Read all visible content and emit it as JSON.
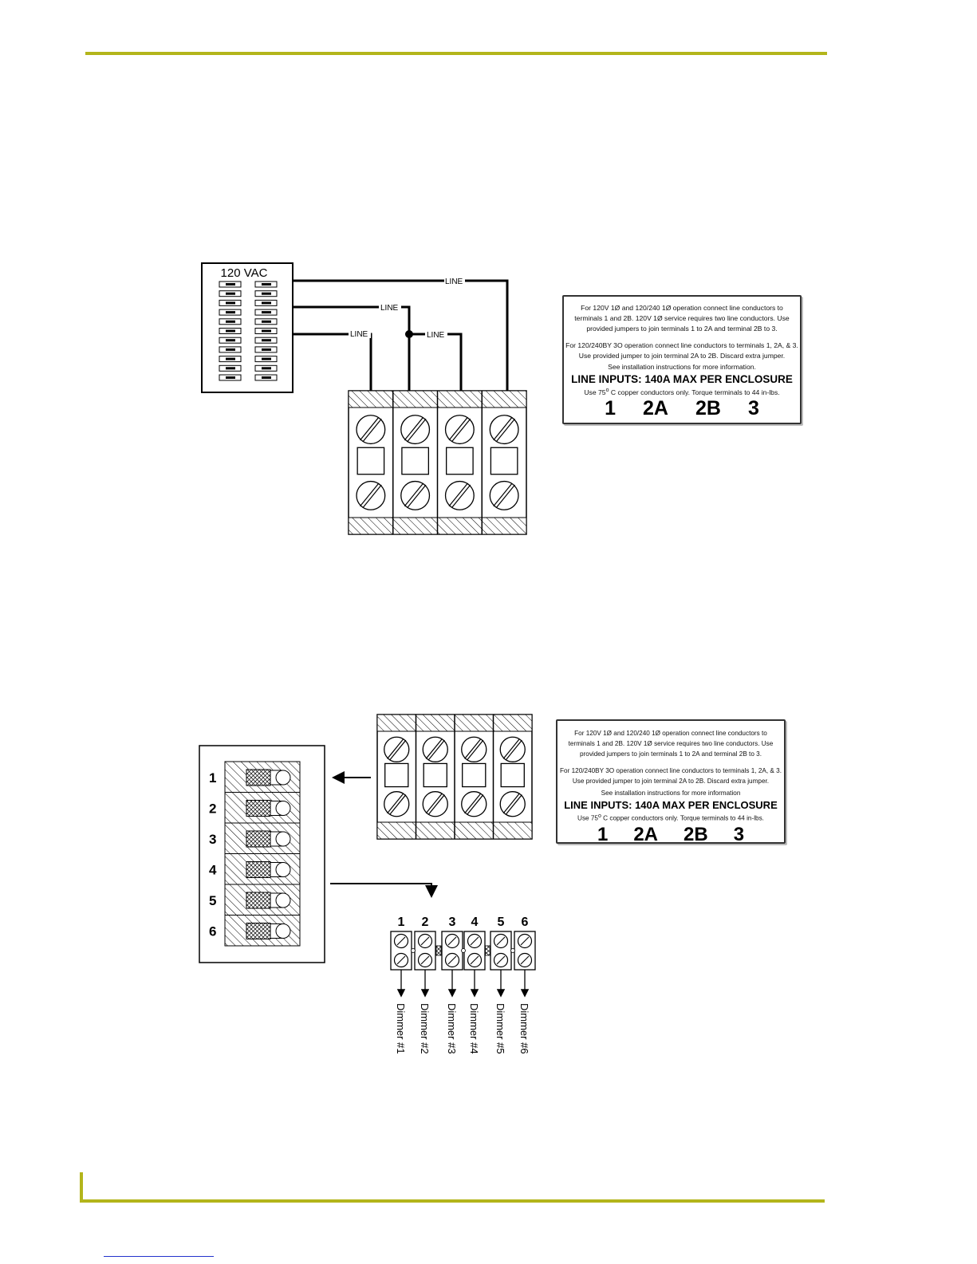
{
  "colors": {
    "rule": "#b3b51b",
    "ink": "#000000",
    "link_underline": "#2233cc"
  },
  "top_diagram": {
    "panel_title": "120 VAC",
    "line_label": "LINE"
  },
  "label": {
    "para1": [
      "For 120V 1Ø and 120/240 1Ø operation connect line conductors to",
      "terminals 1 and 2B.   120V 1Ø service requires two line conductors. Use",
      "provided jumpers to join terminals 1 to 2A and terminal 2B to 3."
    ],
    "para2": [
      "For 120/240BY 3O operation connect line conductors to terminals 1, 2A, & 3.",
      "Use provided jumper to join terminal 2A to 2B. Discard extra jumper."
    ],
    "see_info": "See installation instructions for more information.",
    "see_info_2": "See installation instructions for more information",
    "headline": "LINE INPUTS: 140A MAX PER ENCLOSURE",
    "copper_pre": "Use 75",
    "copper_deg": "o",
    "copper_post": " C copper conductors only.  Torque terminals to 44 in-lbs.",
    "terminals": [
      "1",
      "2A",
      "2B",
      "3"
    ]
  },
  "bottom_diagram": {
    "breaker_numbers": [
      "1",
      "2",
      "3",
      "4",
      "5",
      "6"
    ],
    "output_numbers": [
      "1",
      "2",
      "3",
      "4",
      "5",
      "6"
    ],
    "dimmers": [
      "Dimmer #1",
      "Dimmer #2",
      "Dimmer #3",
      "Dimmer #4",
      "Dimmer #5",
      "Dimmer #6"
    ]
  }
}
